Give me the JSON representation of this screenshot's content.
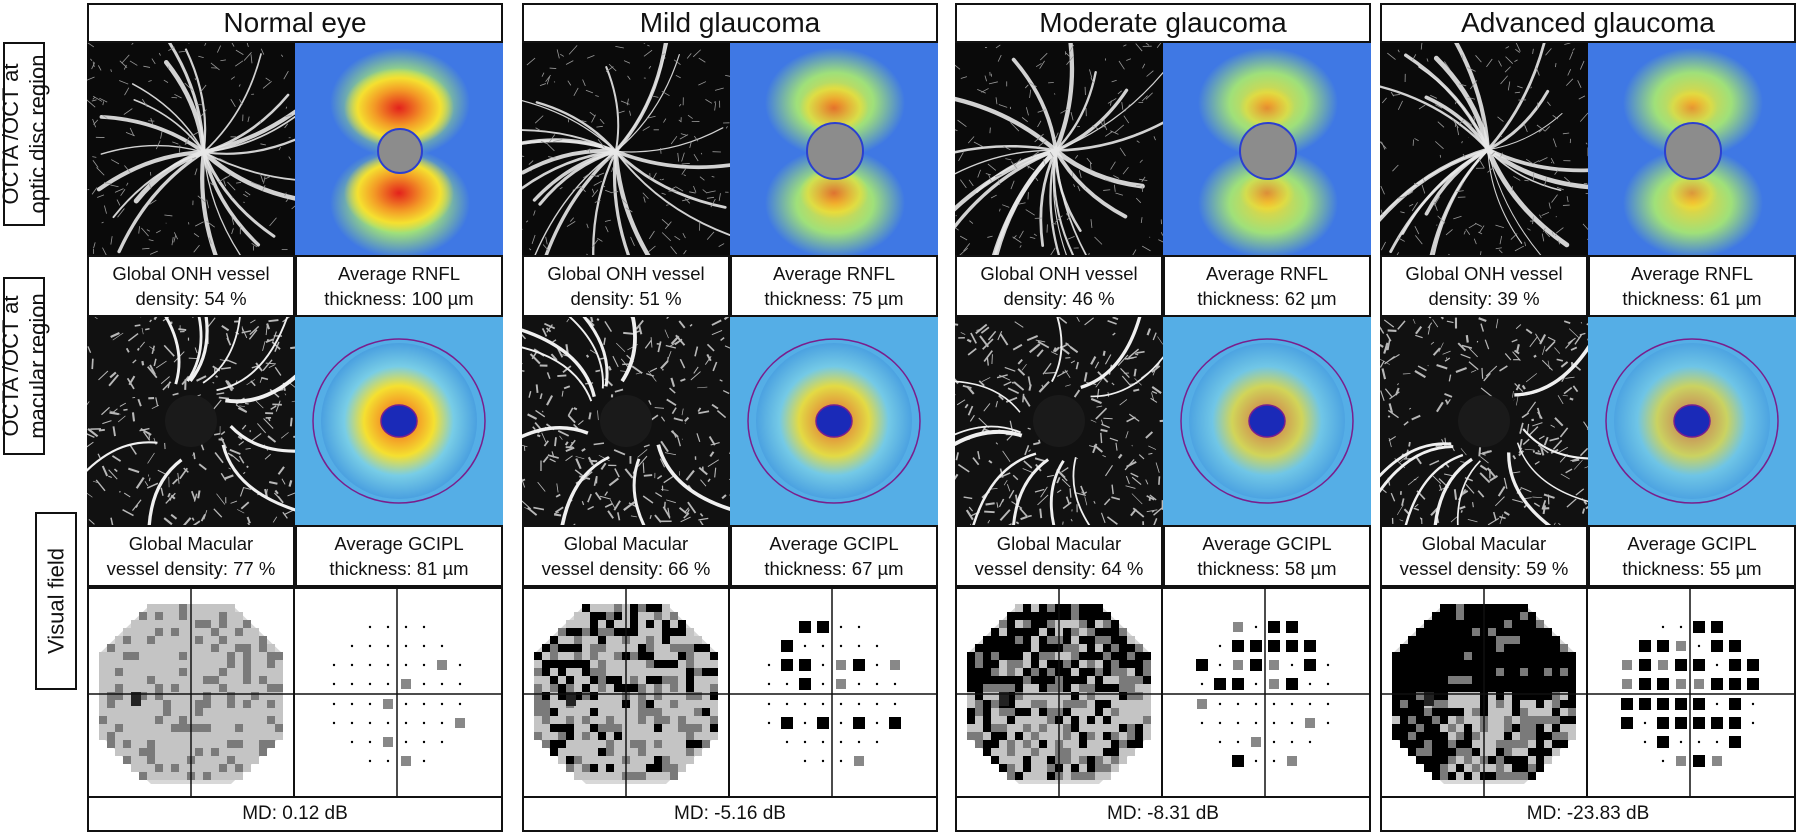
{
  "row_labels": {
    "optic_disc": "OCTA /OCT at optic disc region",
    "macular": "OCTA /OCT at macular region",
    "visual_field": "Visual field"
  },
  "colors": {
    "border": "#111111",
    "heat_high": "#e3211c",
    "heat_mid": "#f5e030",
    "heat_low": "#2a4fd6",
    "disc": "#8c8c8c"
  },
  "columns": [
    {
      "title": "Normal eye",
      "onh_density": [
        "Global ONH vessel",
        "density: 54 %"
      ],
      "rnfl": [
        "Average RNFL",
        "thickness: 100 µm"
      ],
      "macular_density": [
        "Global Macular",
        "vessel density: 77 %"
      ],
      "gcipl": [
        "Average GCIPL",
        "thickness: 81 µm"
      ],
      "md": "MD: 0.12 dB",
      "rnfl_level": 1.0,
      "gcipl_level": 1.0,
      "vf_loss": 0.0
    },
    {
      "title": "Mild glaucoma",
      "onh_density": [
        "Global ONH vessel",
        "density: 51 %"
      ],
      "rnfl": [
        "Average RNFL",
        "thickness: 75 µm"
      ],
      "macular_density": [
        "Global Macular",
        "vessel density: 66 %"
      ],
      "gcipl": [
        "Average GCIPL",
        "thickness: 67 µm"
      ],
      "md": "MD: -5.16 dB",
      "rnfl_level": 0.55,
      "gcipl_level": 0.75,
      "vf_loss": 0.25
    },
    {
      "title": "Moderate glaucoma",
      "onh_density": [
        "Global ONH vessel",
        "density: 46 %"
      ],
      "rnfl": [
        "Average RNFL",
        "thickness: 62 µm"
      ],
      "macular_density": [
        "Global Macular",
        "vessel density: 64 %"
      ],
      "gcipl": [
        "Average GCIPL",
        "thickness: 58 µm"
      ],
      "md": "MD: -8.31 dB",
      "rnfl_level": 0.4,
      "gcipl_level": 0.5,
      "vf_loss": 0.45
    },
    {
      "title": "Advanced glaucoma",
      "onh_density": [
        "Global ONH vessel",
        "density: 39 %"
      ],
      "rnfl": [
        "Average RNFL",
        "thickness: 61 µm"
      ],
      "macular_density": [
        "Global Macular",
        "vessel density: 59 %"
      ],
      "gcipl": [
        "Average GCIPL",
        "thickness: 55 µm"
      ],
      "md": "MD: -23.83 dB",
      "rnfl_level": 0.35,
      "gcipl_level": 0.4,
      "vf_loss": 0.8
    }
  ]
}
